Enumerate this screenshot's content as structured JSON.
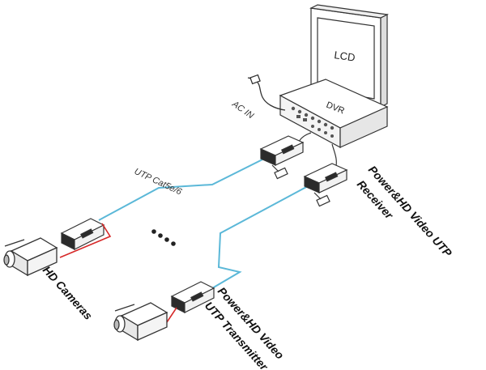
{
  "labels": {
    "lcd": "LCD",
    "dvr": "DVR",
    "ac_in": "AC IN",
    "cable": "UTP Cat5e/6",
    "receiver_line1": "Power&HD Video UTP",
    "receiver_line2": "Receiver",
    "transmitter_line1": "Power&HD Video",
    "transmitter_line2": "UTP Transmitter",
    "cameras": "HD Cameras"
  },
  "colors": {
    "cable": "#5bb8d8",
    "power_wire": "#d62828",
    "outline": "#333333",
    "device_fill": "#ffffff",
    "box_dark": "#2b2b2b"
  }
}
